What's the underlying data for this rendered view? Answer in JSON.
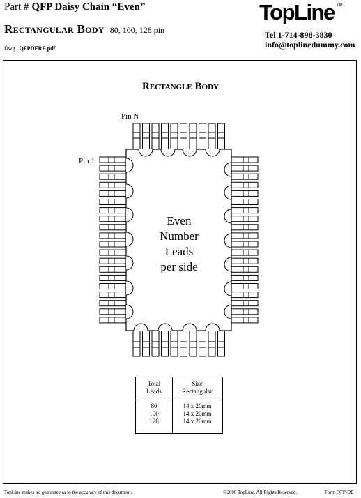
{
  "header": {
    "part_label": "Part #",
    "part_value": "QFP Daisy Chain “Even”",
    "body_title": "Rectangular Body",
    "body_pins": "80, 100, 128 pin",
    "dwg_label": "Dwg",
    "dwg_value": "QFPDERE.pdf"
  },
  "brand": {
    "logo": "TopLine",
    "tm": "TM",
    "tel": "Tel 1-714-898-3830",
    "email": "info@toplinedummy.com"
  },
  "drawing": {
    "title": "Rectangle Body",
    "pin_n": "Pin N",
    "pin_1": "Pin 1",
    "center_text": [
      "Even",
      "Number",
      "Leads",
      "per side"
    ]
  },
  "table": {
    "headers": [
      "Total\nLeads",
      "Size\nRectangular"
    ],
    "leads": [
      "80",
      "100",
      "128"
    ],
    "sizes": [
      "14 x 20mm",
      "14 x 20mm",
      "14 x 20mm"
    ]
  },
  "footer": {
    "left": "TopLine makes no guarantee as to the accuracy of this document.",
    "mid": "©2000 TopLine. All Rights Reserved.",
    "right": "Form QFP-DE"
  }
}
